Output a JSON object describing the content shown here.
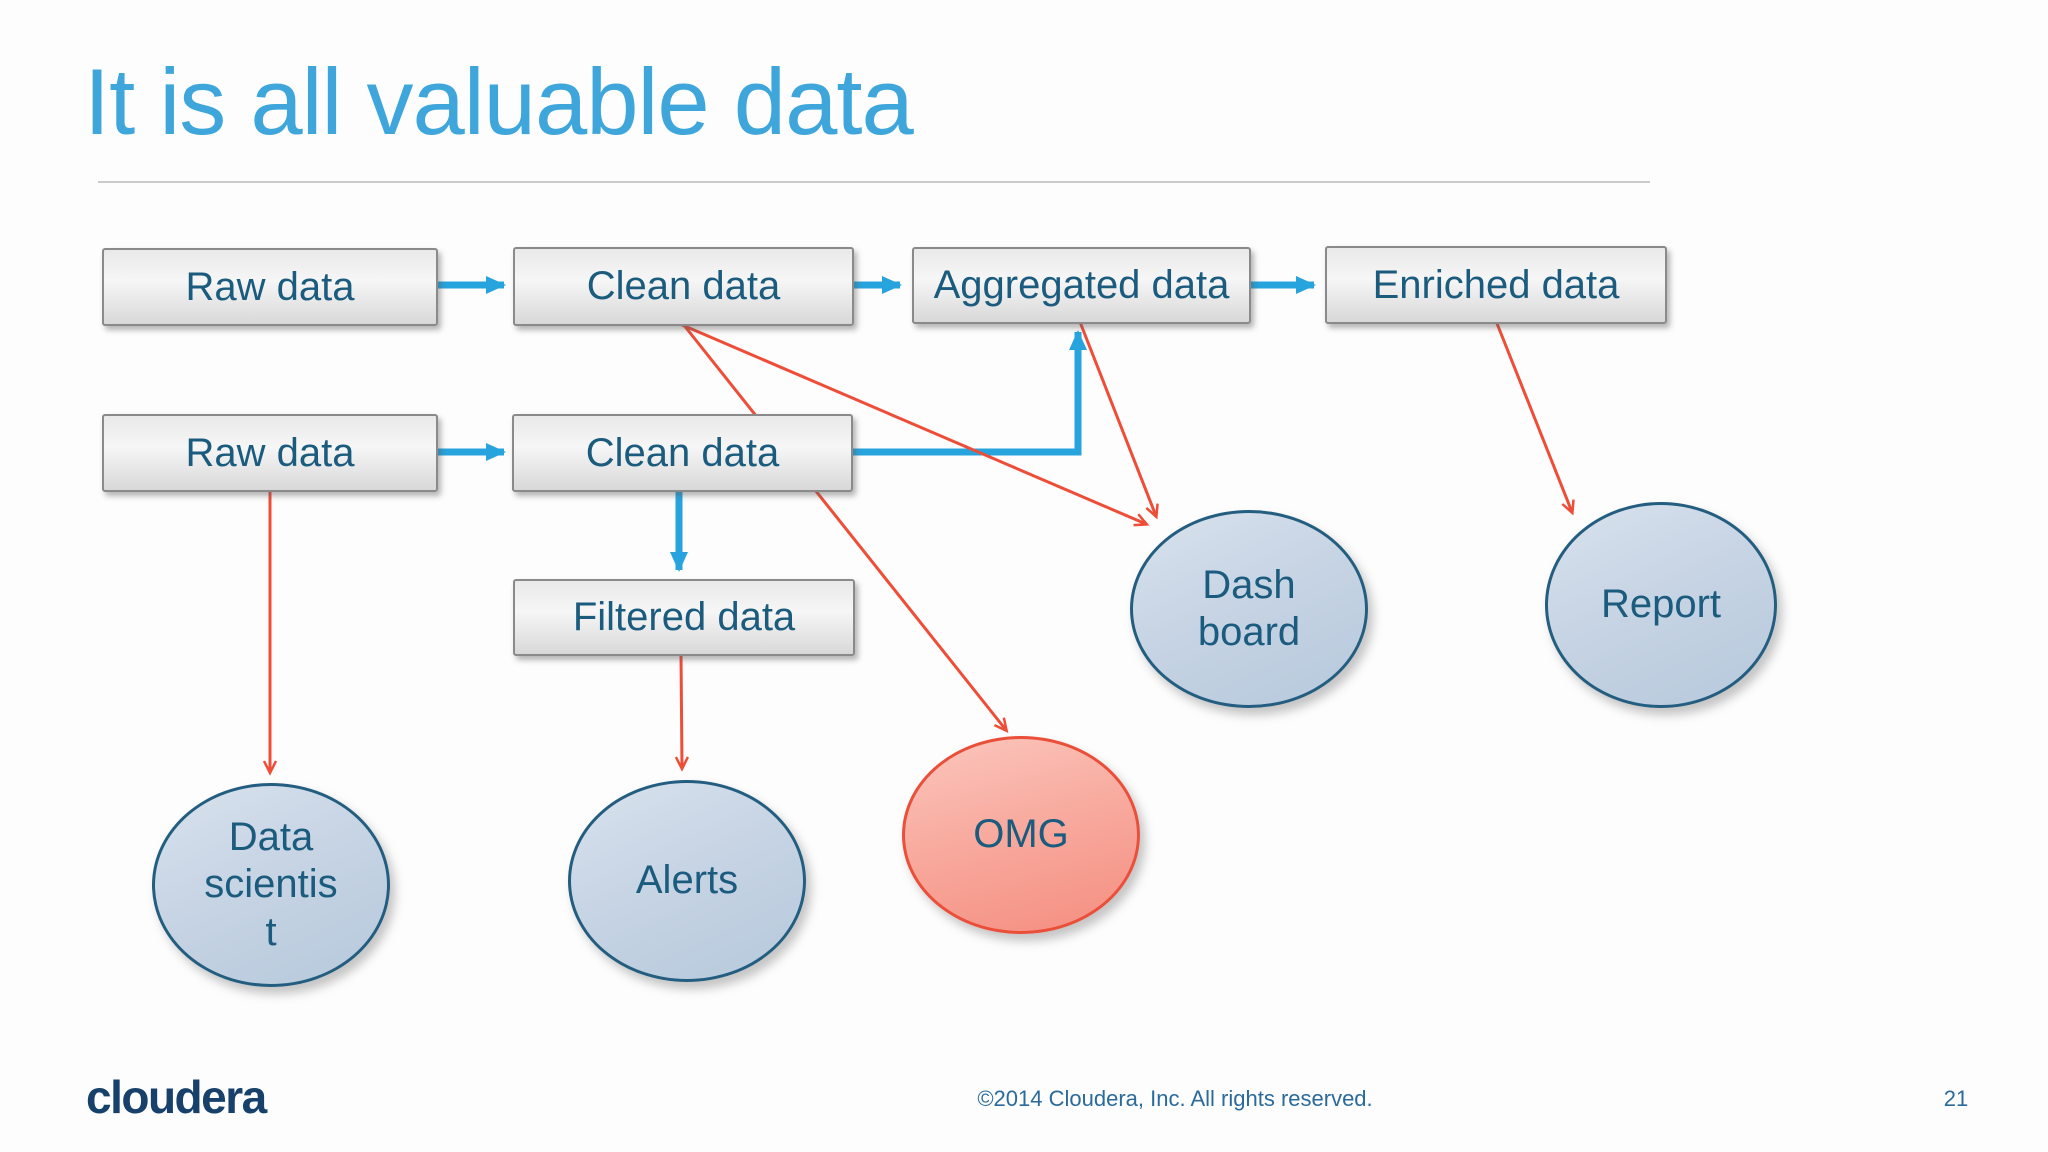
{
  "slide": {
    "title": "It is all valuable data",
    "page_number": "21",
    "copyright": "©2014 Cloudera, Inc. All rights reserved.",
    "logo_text": "cloudera"
  },
  "nodes": {
    "raw1": {
      "label": "Raw data"
    },
    "clean1": {
      "label": "Clean data"
    },
    "aggregated": {
      "label": "Aggregated data"
    },
    "enriched": {
      "label": "Enriched data"
    },
    "raw2": {
      "label": "Raw data"
    },
    "clean2": {
      "label": "Clean data"
    },
    "filtered": {
      "label": "Filtered data"
    },
    "data_scientist": {
      "line1": "Data",
      "line2": "scientis",
      "line3": "t"
    },
    "alerts": {
      "label": "Alerts"
    },
    "omg": {
      "label": "OMG"
    },
    "dashboard": {
      "line1": "Dash",
      "line2": "board"
    },
    "report": {
      "label": "Report"
    }
  },
  "edges": [
    {
      "from": "raw1",
      "to": "clean1",
      "color": "blue"
    },
    {
      "from": "clean1",
      "to": "aggregated",
      "color": "blue"
    },
    {
      "from": "aggregated",
      "to": "enriched",
      "color": "blue"
    },
    {
      "from": "raw2",
      "to": "clean2",
      "color": "blue"
    },
    {
      "from": "clean2",
      "to": "aggregated",
      "color": "blue"
    },
    {
      "from": "clean2",
      "to": "filtered",
      "color": "blue"
    },
    {
      "from": "clean1",
      "to": "dashboard",
      "color": "red"
    },
    {
      "from": "aggregated",
      "to": "dashboard",
      "color": "red"
    },
    {
      "from": "clean1",
      "to": "omg",
      "color": "red"
    },
    {
      "from": "enriched",
      "to": "report",
      "color": "red"
    },
    {
      "from": "raw2",
      "to": "data_scientist",
      "color": "red"
    },
    {
      "from": "filtered",
      "to": "alerts",
      "color": "red"
    }
  ],
  "colors": {
    "title": "#3FA6DB",
    "arrow_blue": "#27A4DE",
    "arrow_red": "#EE4E38",
    "node_text": "#1A5B7E",
    "box_border": "#8A8A8A",
    "ellipse_border": "#235D80",
    "omg_border": "#E94F39",
    "logo": "#17416B",
    "footer_text": "#2A6B9B"
  }
}
